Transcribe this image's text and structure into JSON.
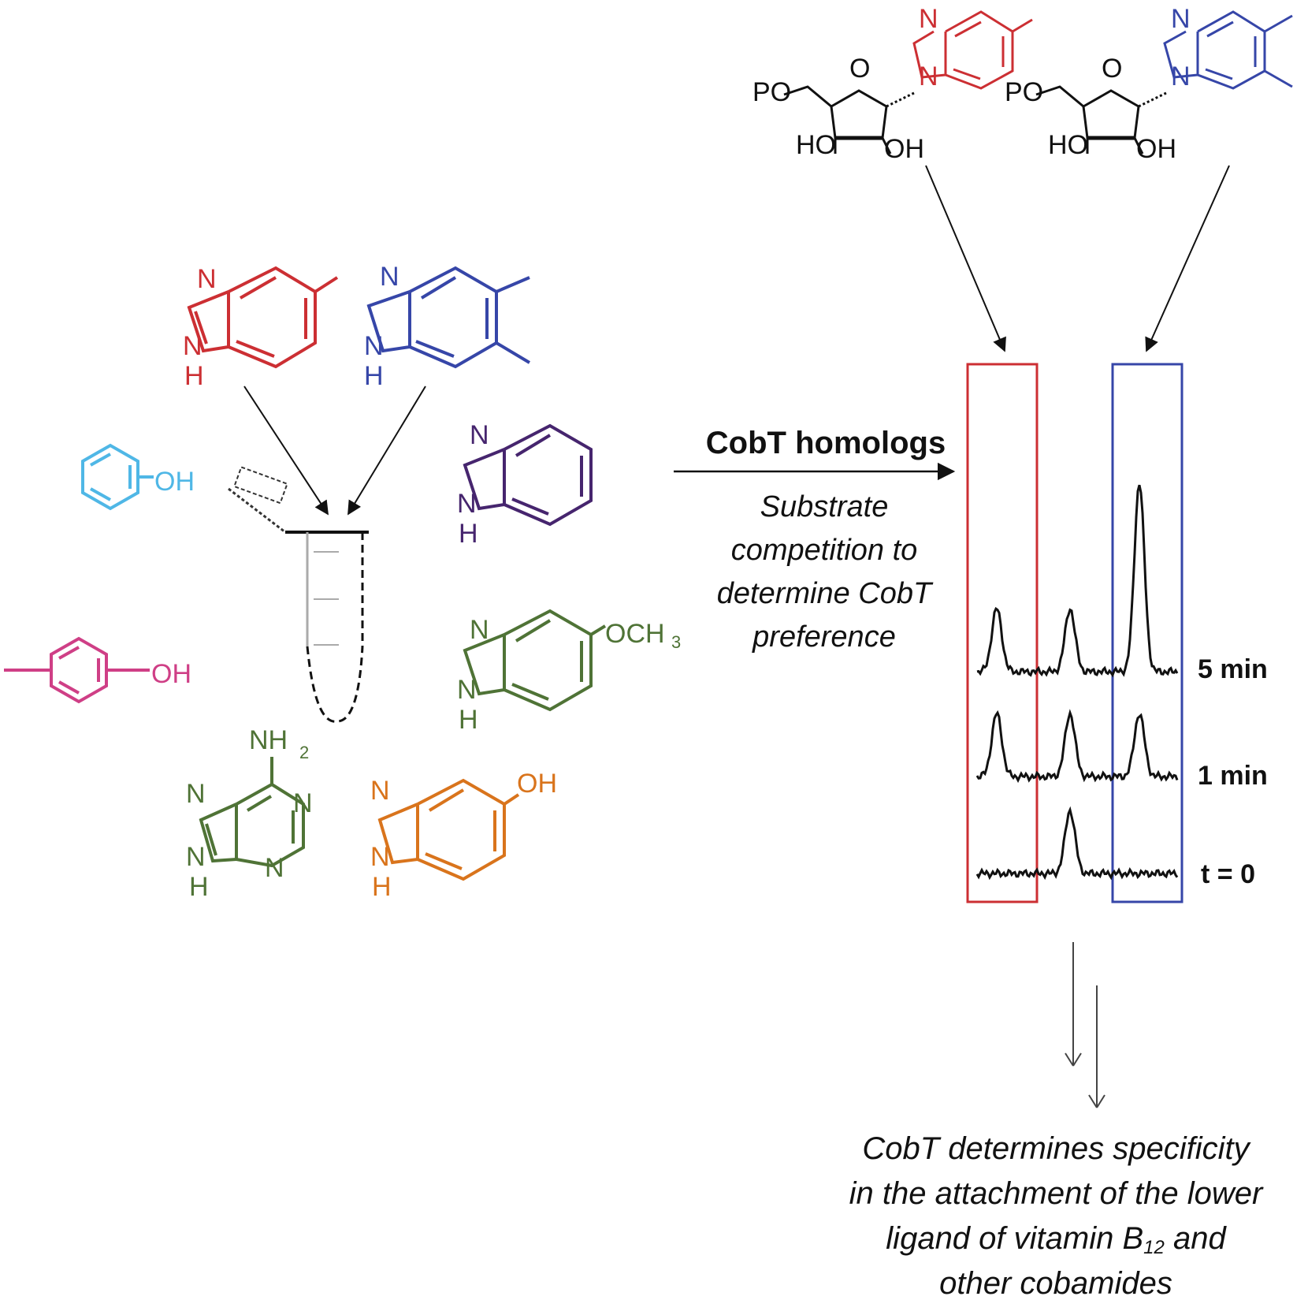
{
  "colors": {
    "red": "#cc2f33",
    "blue": "#3646a8",
    "purple": "#46256e",
    "green": "#4f7336",
    "orange": "#d9741c",
    "cyan": "#4fb7e6",
    "magenta": "#cf3f86",
    "black": "#111111"
  },
  "atoms": {
    "N": "N",
    "H": "H",
    "OH": "OH",
    "HO": "HO",
    "PO": "PO",
    "O": "O",
    "OCH": "OCH",
    "three": "3",
    "NH": "NH",
    "two": "2"
  },
  "reaction": {
    "label_bold": "CobT homologs",
    "label_italic": [
      "Substrate",
      "competition to",
      "determine CobT",
      "preference"
    ]
  },
  "traces": [
    {
      "label": "5 min"
    },
    {
      "label": "1 min"
    },
    {
      "label": "t = 0"
    }
  ],
  "conclusion": {
    "line1": "CobT determines specificity",
    "line2": "in the attachment of the lower",
    "line3_pre": "ligand of vitamin B",
    "line3_sub": "12",
    "line3_post": " and",
    "line4": "other cobamides"
  },
  "chart_data": {
    "type": "line",
    "series": [
      {
        "name": "5 min",
        "peaks": [
          {
            "x": 1,
            "height": 1
          },
          {
            "x": 2,
            "height": 1
          },
          {
            "x": 3,
            "height": 3
          }
        ]
      },
      {
        "name": "1 min",
        "peaks": [
          {
            "x": 1,
            "height": 1
          },
          {
            "x": 2,
            "height": 1
          },
          {
            "x": 3,
            "height": 1
          }
        ]
      },
      {
        "name": "t = 0",
        "peaks": [
          {
            "x": 2,
            "height": 1
          }
        ]
      }
    ]
  }
}
